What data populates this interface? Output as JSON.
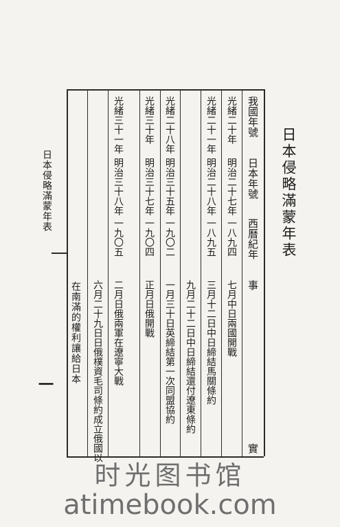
{
  "page": {
    "title": "日本侵略滿蒙年表",
    "running_head": "日本侵略滿蒙年表",
    "page_number": "一",
    "footnote": "在南滿的權利讓給日本"
  },
  "table": {
    "headers": {
      "year": "我國年號",
      "era": "日本年號",
      "ad": "西曆紀年",
      "event": "事",
      "event_end": "實"
    },
    "rows": [
      {
        "year": "光緒二十年",
        "era": "明治二十七年",
        "ad": "一八九四",
        "event": "七月中日兩國開戰"
      },
      {
        "year": "光緒二十一年",
        "era": "明治二十八年",
        "ad": "一八九五",
        "event": "三月十二日中日締結馬關條約"
      },
      {
        "year": "",
        "era": "",
        "ad": "",
        "event": "九月二十二日中日締結還付遼東條約"
      },
      {
        "year": "光緒二十八年",
        "era": "明治三十五年",
        "ad": "一九〇二",
        "event": "一月三十日英締結第一次同盟協約"
      },
      {
        "year": "光緒三十年",
        "era": "明治三十七年",
        "ad": "一九〇四",
        "event": "正月日俄開戰"
      },
      {
        "year": "光緒三十一年",
        "era": "明治三十八年",
        "ad": "一九〇五",
        "event": "二月日俄兩軍在遼寧大戰"
      },
      {
        "year": "",
        "era": "",
        "ad": "",
        "event": "六月二十九日日俄樸資毛司條約成立俄國以"
      }
    ]
  },
  "watermark": {
    "line1": "时光图书馆",
    "line2": "atimebook.com"
  }
}
